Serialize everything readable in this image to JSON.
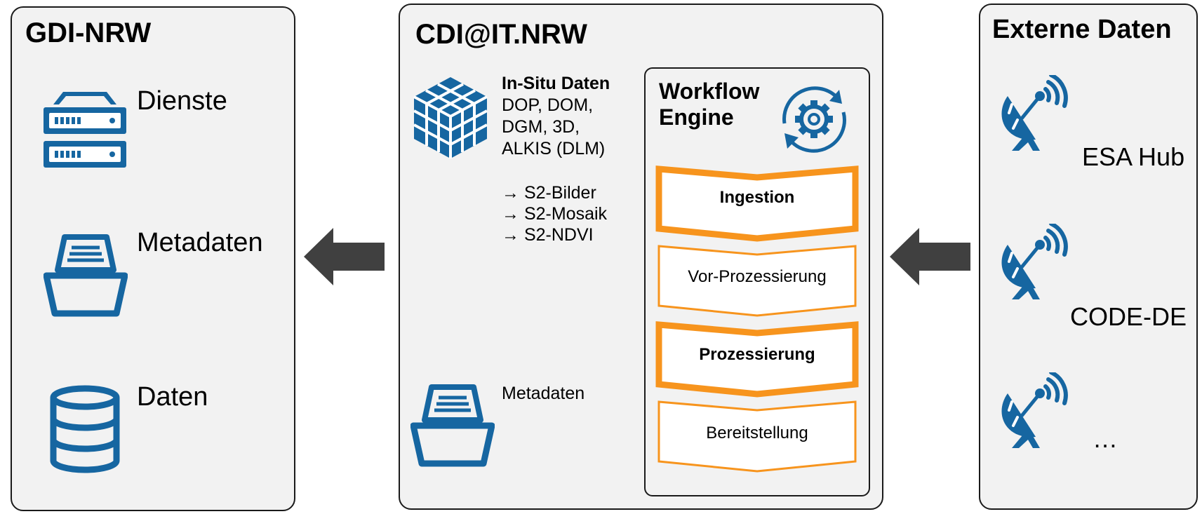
{
  "colors": {
    "icon_blue": "#1666a1",
    "orange": "#f7941d",
    "panel_bg": "#f2f2f2",
    "arrow": "#404040"
  },
  "left_panel": {
    "title": "GDI-NRW",
    "items": [
      {
        "label": "Dienste",
        "icon": "server-icon"
      },
      {
        "label": "Metadaten",
        "icon": "file-tray-icon"
      },
      {
        "label": "Daten",
        "icon": "database-icon"
      }
    ]
  },
  "center_panel": {
    "title": "CDI@IT.NRW",
    "insitu": {
      "heading": "In-Situ Daten",
      "lines": [
        "DOP, DOM,",
        "DGM, 3D,",
        "ALKIS (DLM)"
      ],
      "outputs": [
        "→ S2-Bilder",
        "→ S2-Mosaik",
        "→ S2-NDVI"
      ],
      "icon": "data-cube-icon"
    },
    "metadata": {
      "label": "Metadaten",
      "icon": "file-tray-icon"
    },
    "workflow": {
      "title_line1": "Workflow",
      "title_line2": "Engine",
      "icon": "gear-cycle-icon",
      "steps": [
        {
          "label": "Ingestion",
          "emphasis": true
        },
        {
          "label": "Vor-Prozessierung",
          "emphasis": false
        },
        {
          "label": "Prozessierung",
          "emphasis": true
        },
        {
          "label": "Bereitstellung",
          "emphasis": false
        }
      ]
    }
  },
  "right_panel": {
    "title": "Externe Daten",
    "sources": [
      {
        "label": "ESA Hub",
        "icon": "satellite-dish-icon"
      },
      {
        "label": "CODE-DE",
        "icon": "satellite-dish-icon"
      },
      {
        "label": "…",
        "icon": "satellite-dish-icon"
      }
    ]
  },
  "flow": {
    "direction": "right-to-left",
    "icon": "arrow-left-icon"
  }
}
